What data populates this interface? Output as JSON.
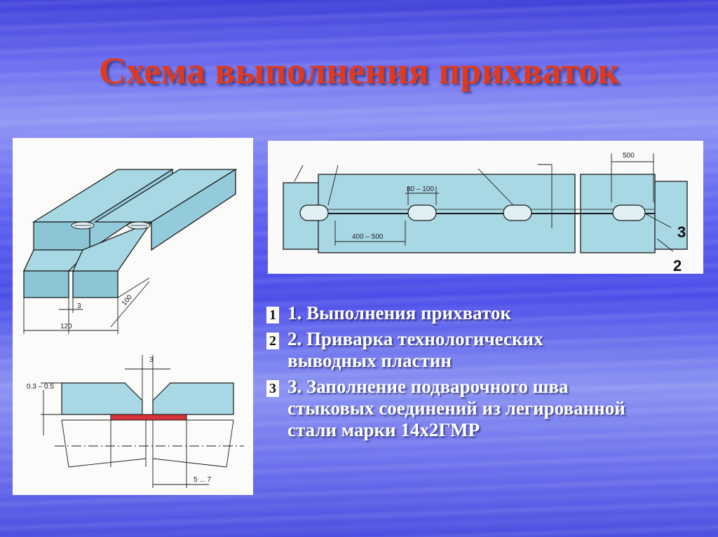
{
  "title": "Схема выполнения прихваток",
  "left_figure": {
    "dim_gap_top": "3",
    "dim_width": "120",
    "dim_length": "100",
    "dim_gap_section": "3",
    "dim_offset": "0.3 – 0.5",
    "dim_bevel": "5 ... 7"
  },
  "right_figure": {
    "dim_end": "500",
    "dim_pitch": "80 – 100",
    "dim_spacing": "400 – 500",
    "callout_3": "3",
    "callout_2": "2"
  },
  "list": [
    {
      "bullet": "1",
      "text": "1. Выполнения прихваток"
    },
    {
      "bullet": "2",
      "text": "2. Приварка технологических выводных пластин"
    },
    {
      "bullet": "3",
      "text": "3. Заполнение подварочного шва стыковых соединений из легированной стали марки 14х2ГМР"
    }
  ],
  "colors": {
    "title": "#e03a1e",
    "plate": "#a8d8e4",
    "outline": "#1a1a1a",
    "root_weld": "#d8323a"
  }
}
